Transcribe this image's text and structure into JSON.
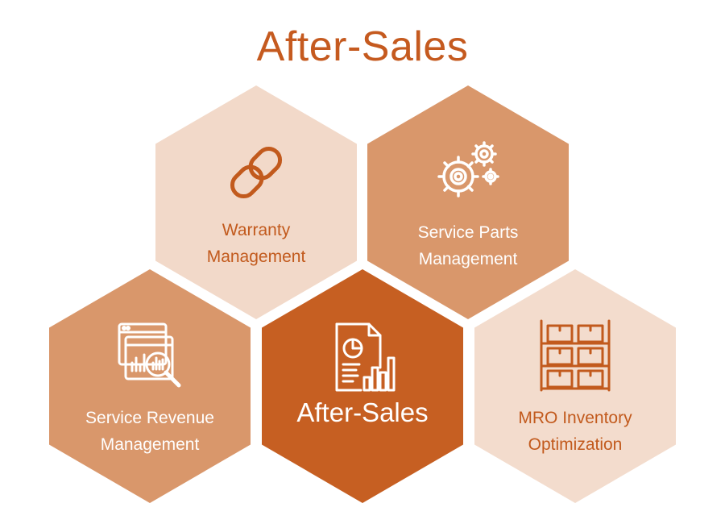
{
  "title": "After-Sales",
  "colors": {
    "title": "#c55a1f",
    "light": "#f2d9c9",
    "medium": "#d9976b",
    "dark": "#c65f22",
    "pale": "#f3dccd",
    "icon_dark": "#c25a1d",
    "white": "#ffffff"
  },
  "hexagons": [
    {
      "id": "warranty",
      "icon": "chain-link-icon",
      "label_lines": [
        "Warranty",
        "Management"
      ]
    },
    {
      "id": "service-parts",
      "icon": "gears-icon",
      "label_lines": [
        "Service Parts",
        "Management"
      ]
    },
    {
      "id": "service-revenue",
      "icon": "analytics-magnifier-icon",
      "label_lines": [
        "Service Revenue",
        "Management"
      ]
    },
    {
      "id": "center",
      "icon": "report-chart-icon",
      "label_lines": [
        "After-Sales"
      ]
    },
    {
      "id": "mro",
      "icon": "warehouse-shelves-icon",
      "label_lines": [
        "MRO Inventory",
        "Optimization"
      ]
    }
  ]
}
